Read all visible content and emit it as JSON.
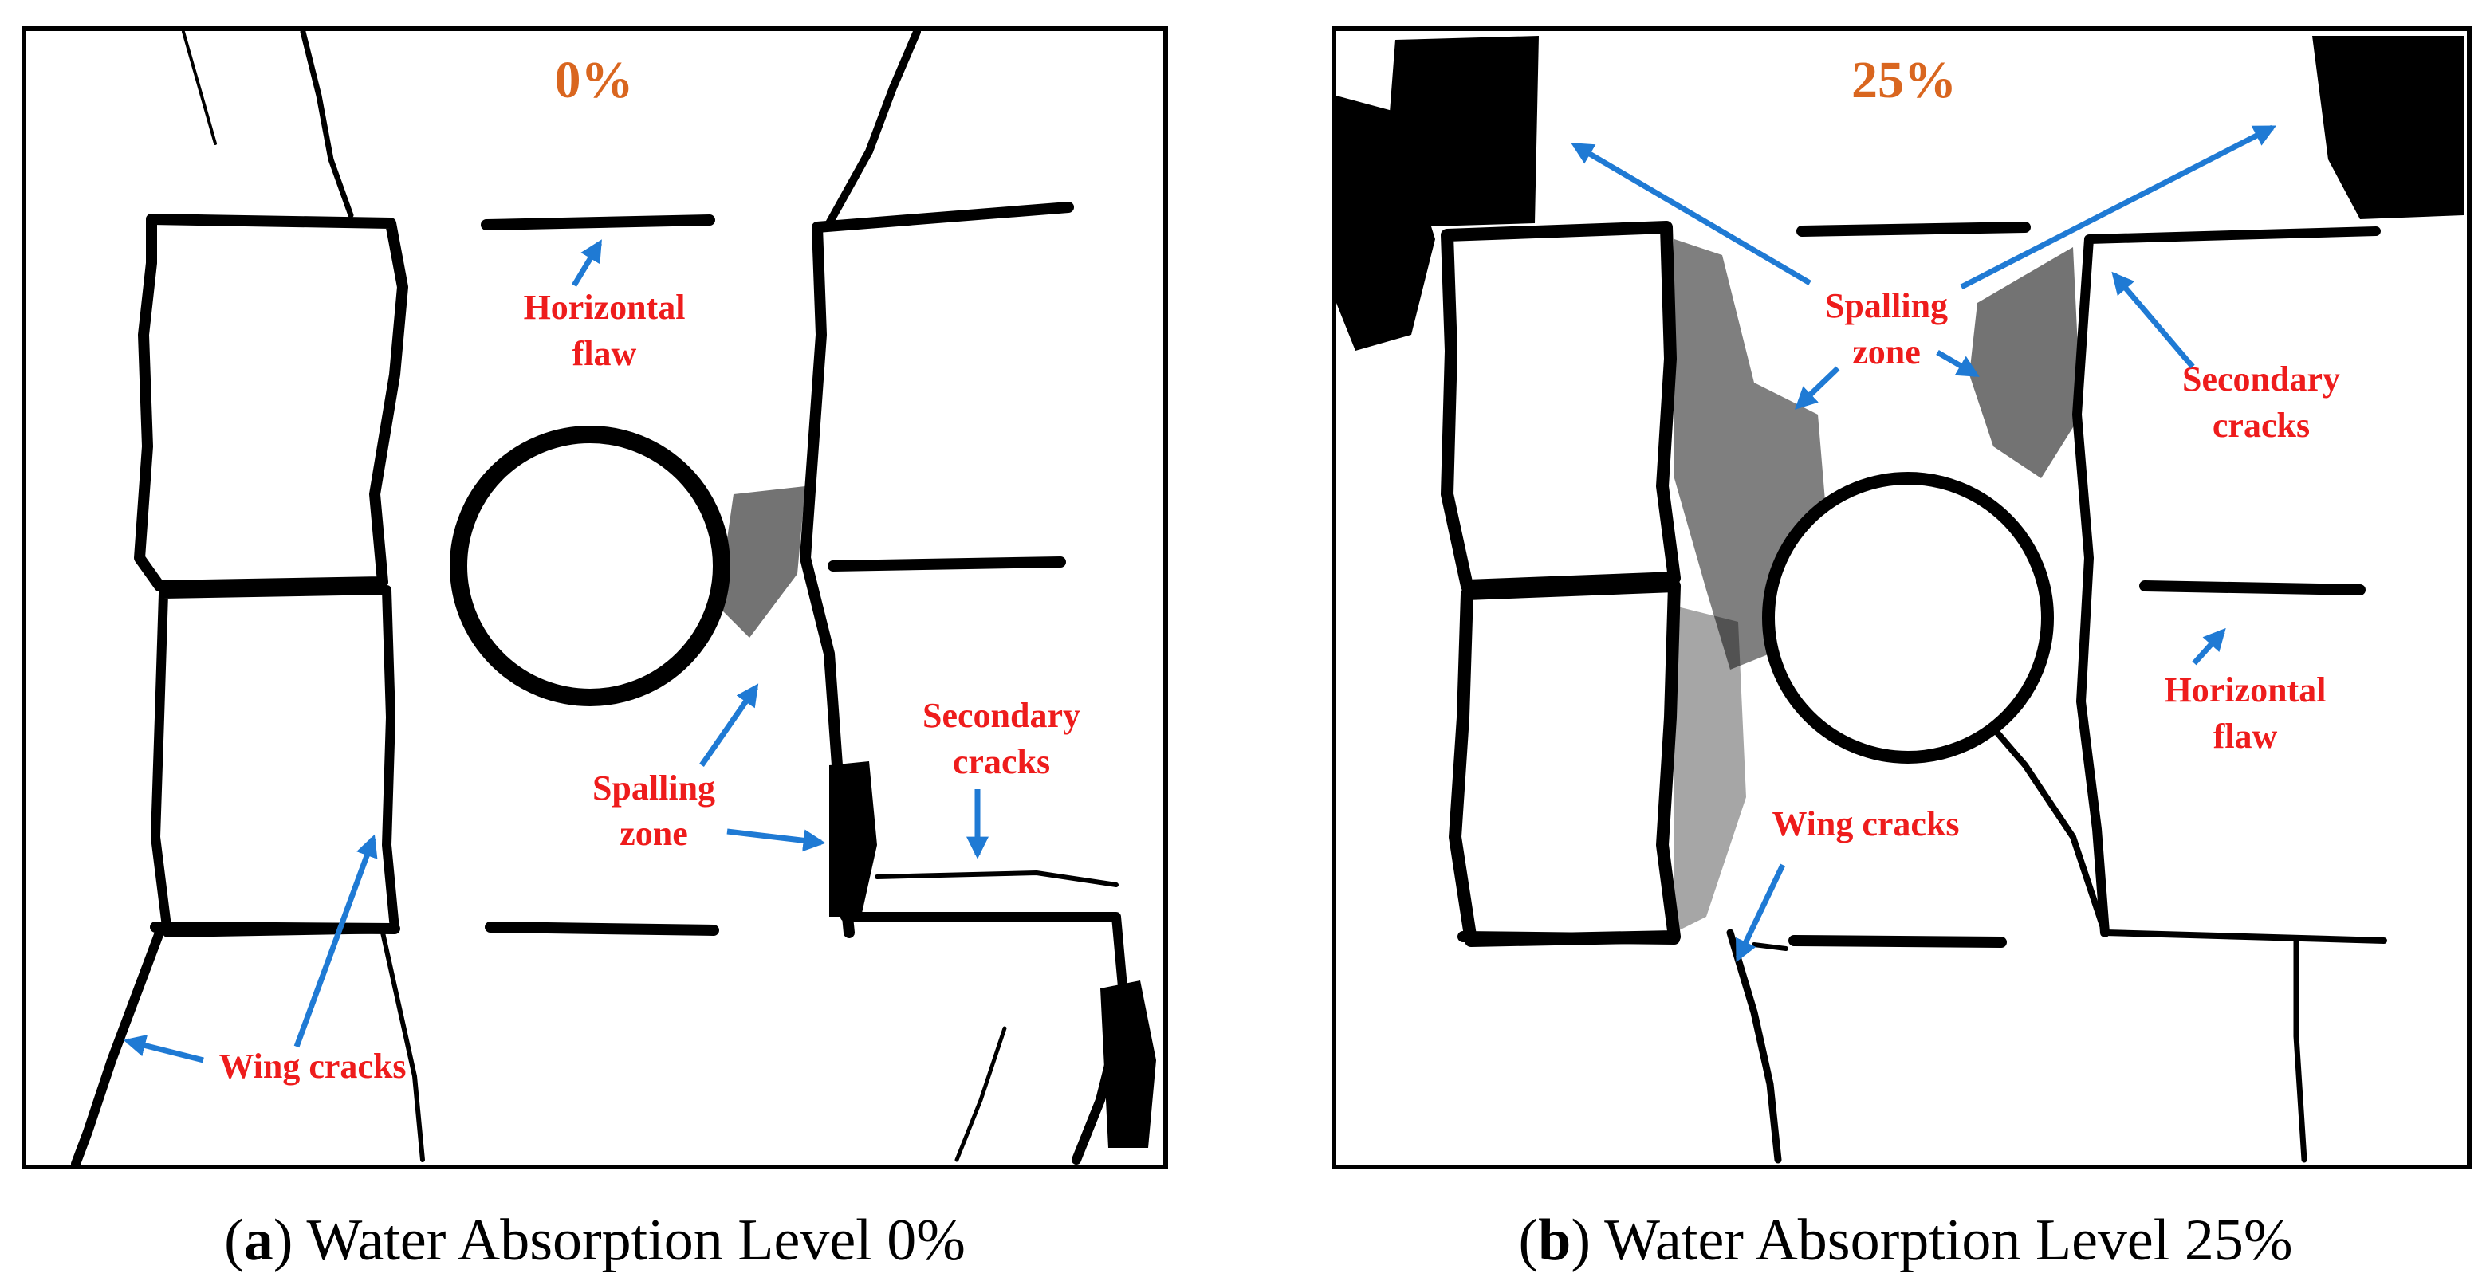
{
  "panel_a": {
    "level": "0%",
    "caption_open": "(",
    "caption_letter": "a",
    "caption_rest": ") Water Absorption Level 0%",
    "labels": {
      "horizontal_flaw_1": "Horizontal",
      "horizontal_flaw_2": "flaw",
      "spalling_zone_1": "Spalling",
      "spalling_zone_2": "zone",
      "secondary_cracks_1": "Secondary",
      "secondary_cracks_2": "cracks",
      "wing_cracks": "Wing cracks"
    }
  },
  "panel_b": {
    "level": "25%",
    "caption_open": "(",
    "caption_letter": "b",
    "caption_rest": ") Water Absorption Level 25%",
    "labels": {
      "spalling_zone_1": "Spalling",
      "spalling_zone_2": "zone",
      "secondary_cracks_1": "Secondary",
      "secondary_cracks_2": "cracks",
      "horizontal_flaw_1": "Horizontal",
      "horizontal_flaw_2": "flaw",
      "wing_cracks": "Wing cracks"
    }
  },
  "colors": {
    "label": "#ee1c1c",
    "level": "#d9661f",
    "arrow": "#1f7ad4"
  }
}
